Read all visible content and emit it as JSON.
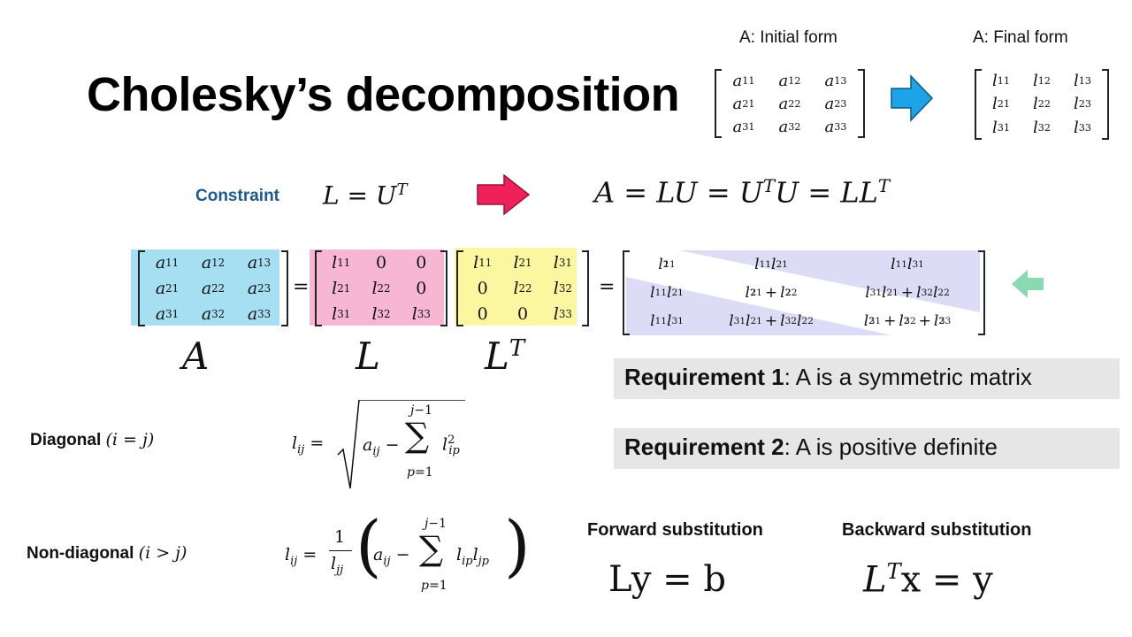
{
  "title": "Cholesky’s decomposition",
  "initial_form": {
    "caption": "A: Initial form",
    "matrix": [
      [
        "a11",
        "a12",
        "a13"
      ],
      [
        "a21",
        "a22",
        "a23"
      ],
      [
        "a31",
        "a32",
        "a33"
      ]
    ]
  },
  "final_form": {
    "caption": "A: Final form",
    "matrix": [
      [
        "l11",
        "l12",
        "l13"
      ],
      [
        "l21",
        "l22",
        "l23"
      ],
      [
        "l31",
        "l32",
        "l33"
      ]
    ]
  },
  "constraint": {
    "label": "Constraint",
    "equation": "L = U",
    "equation_sup": "T",
    "result": "A = LU = U",
    "result_sup": "T",
    "result_tail": "U = LL",
    "result_tail_sup": "T"
  },
  "decomposition": {
    "matrix_A": [
      [
        "a11",
        "a12",
        "a13"
      ],
      [
        "a21",
        "a22",
        "a23"
      ],
      [
        "a31",
        "a32",
        "a33"
      ]
    ],
    "matrix_L": [
      [
        "l11",
        "0",
        "0"
      ],
      [
        "l21",
        "l22",
        "0"
      ],
      [
        "l31",
        "l32",
        "l33"
      ]
    ],
    "matrix_LT": [
      [
        "l11",
        "l21",
        "l31"
      ],
      [
        "0",
        "l22",
        "l32"
      ],
      [
        "0",
        "0",
        "l33"
      ]
    ],
    "product": [
      [
        "l11²",
        "l11 l21",
        "l11 l31"
      ],
      [
        "l11 l21",
        "l21² + l22²",
        "l31 l21 + l32 l22"
      ],
      [
        "l11 l31",
        "l31 l21 + l32 l22",
        "l31² + l32² + l33²"
      ]
    ],
    "equals": "=",
    "label_A": "A",
    "label_L": "L",
    "label_LT": "L",
    "label_LT_sup": "T",
    "colors": {
      "A": "#a6dff2",
      "L": "#f7b6d2",
      "LT": "#fbf7a0",
      "product": "#dcdcf6"
    }
  },
  "requirements": [
    {
      "label": "Requirement 1",
      "text": ": A is a symmetric matrix"
    },
    {
      "label": "Requirement 2",
      "text": ": A is positive definite"
    }
  ],
  "diagonal": {
    "label": "Diagonal",
    "condition": "(i = j)"
  },
  "non_diagonal": {
    "label": "Non-diagonal",
    "condition": "(i > j)"
  },
  "forward": {
    "label": "Forward substitution",
    "equation": "Ly  =  b"
  },
  "backward": {
    "label": "Backward substitution",
    "equation": "L",
    "equation_sup": "T",
    "equation_tail": "x  = y"
  },
  "arrows": {
    "blue": "#1da3e8",
    "red": "#f0205a",
    "green": "#8ad9b0"
  }
}
